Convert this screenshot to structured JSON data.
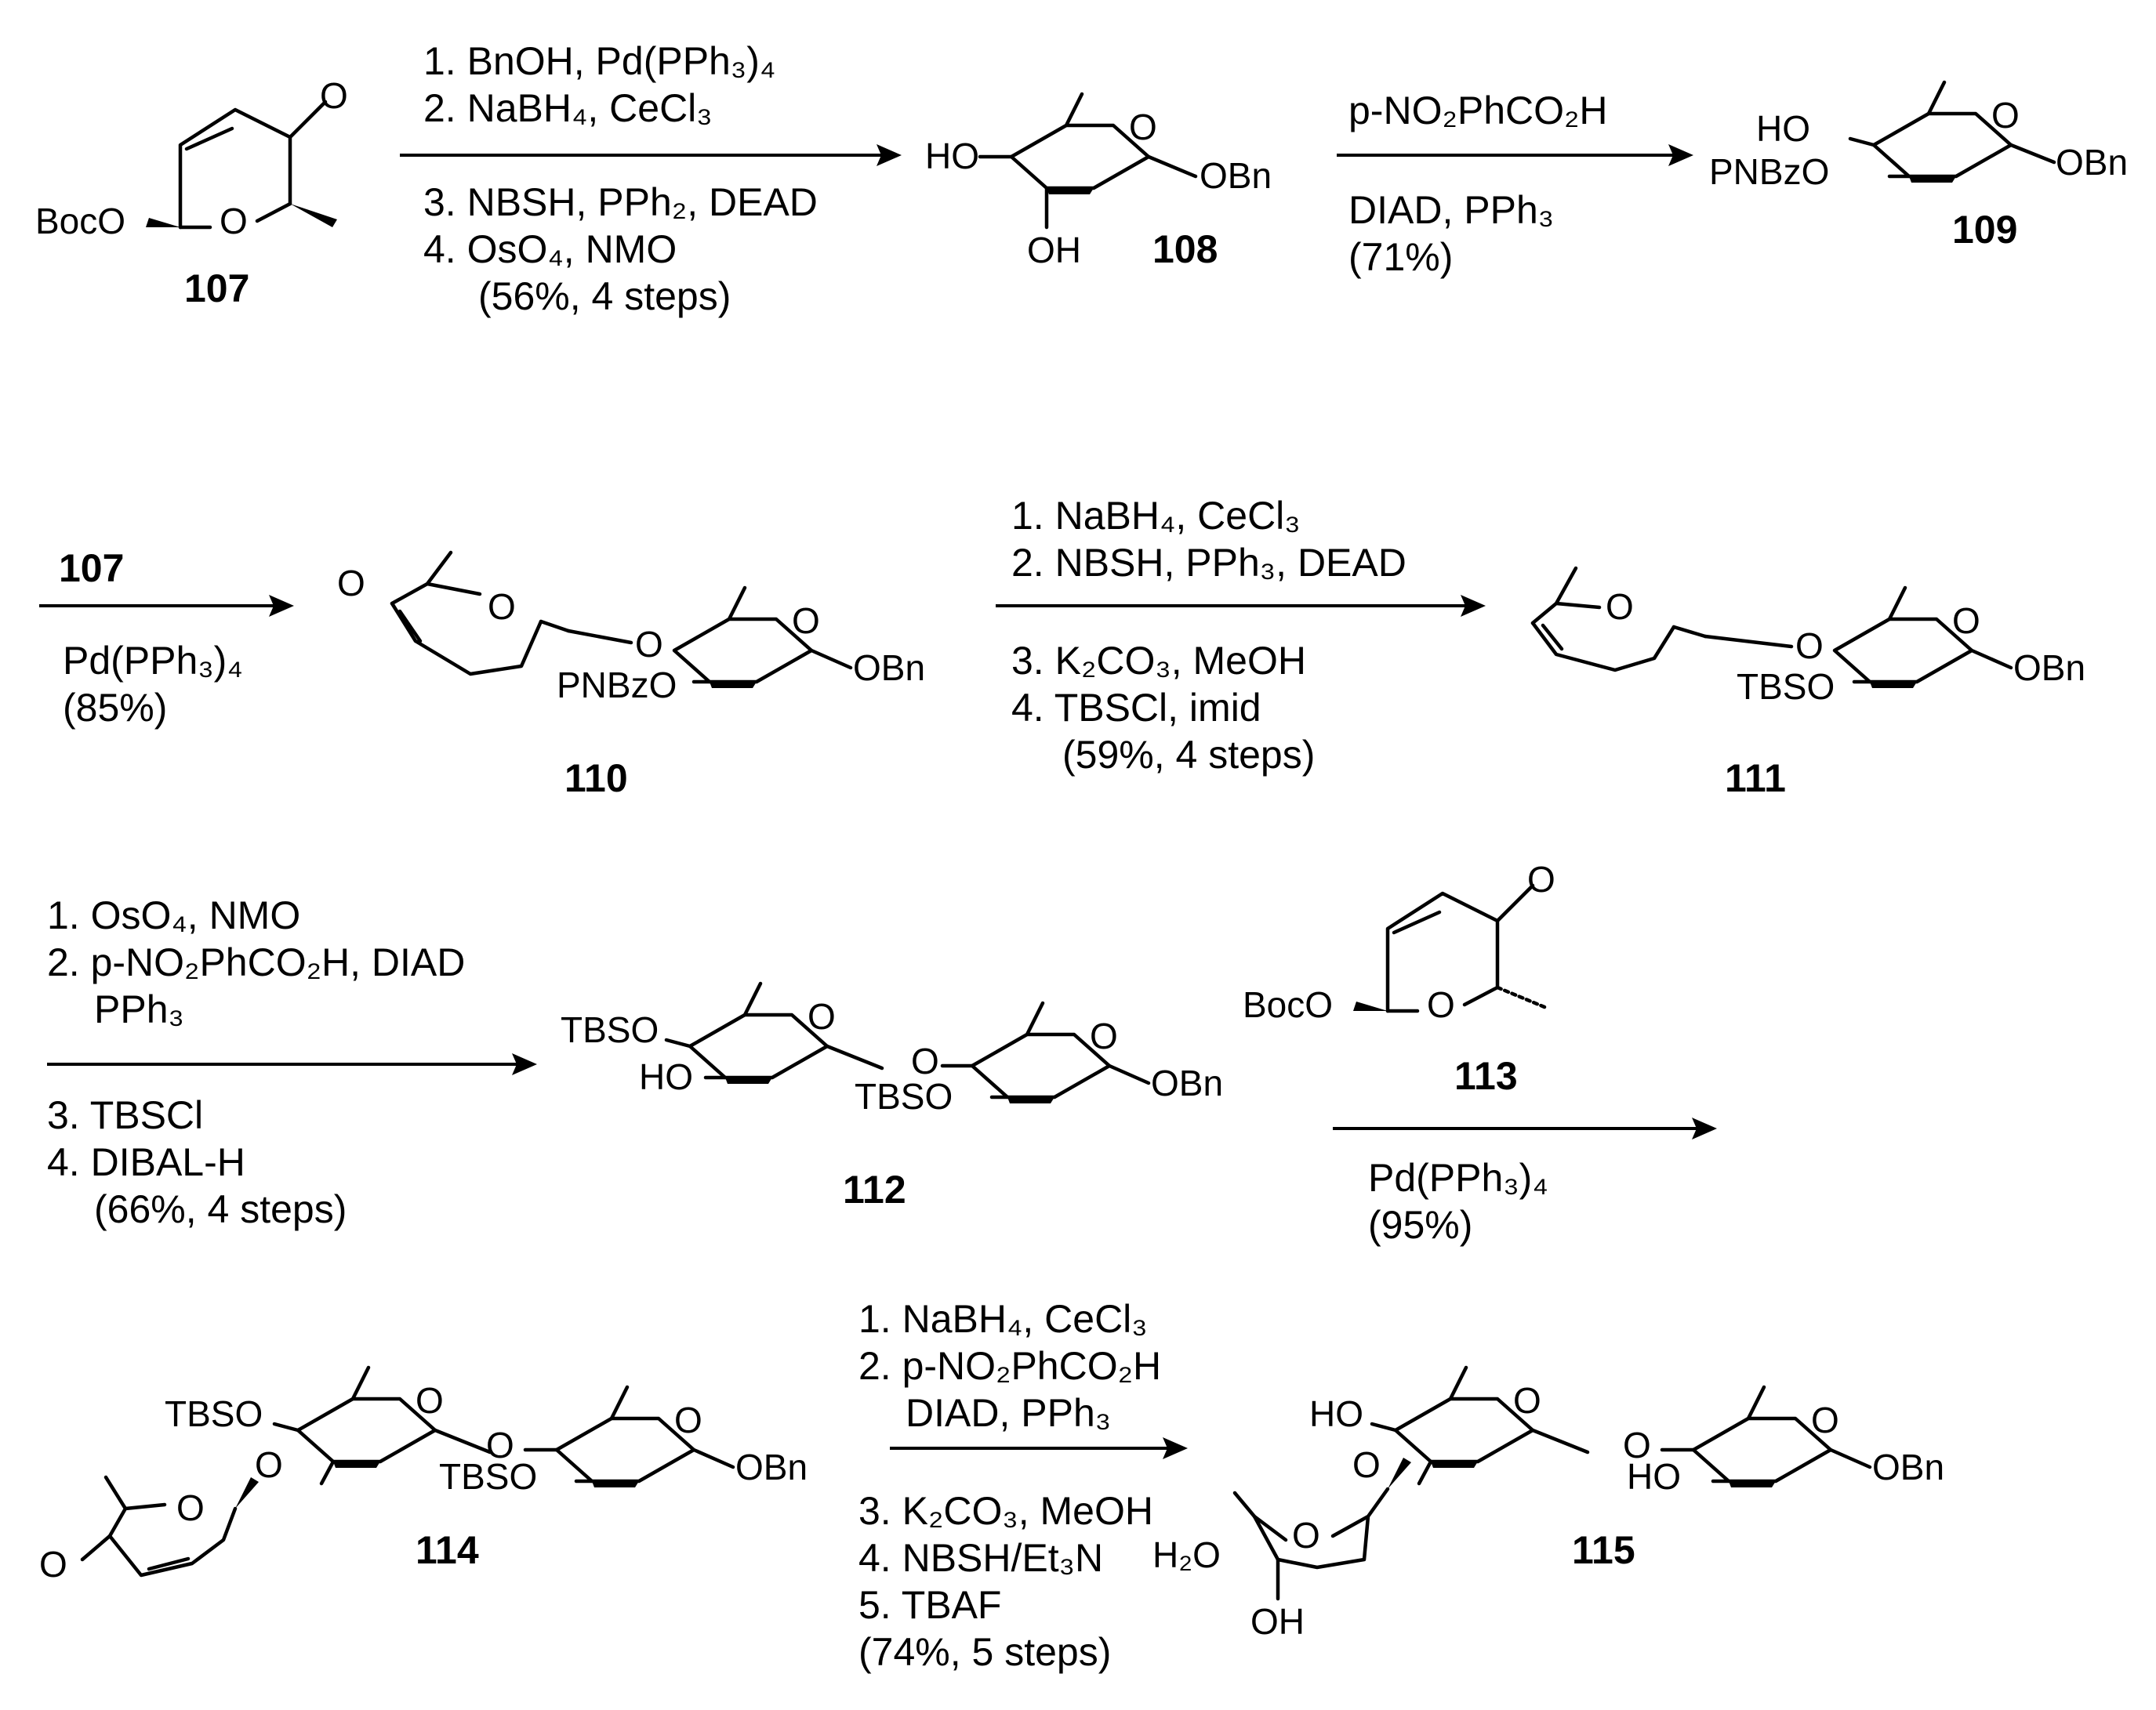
{
  "compounds": {
    "c107": "107",
    "c108": "108",
    "c109": "109",
    "c110": "110",
    "c111": "111",
    "c112": "112",
    "c113": "113",
    "c114": "114",
    "c115": "115"
  },
  "reagents": {
    "step1": {
      "above": [
        "1. BnOH, Pd(PPh₃)₄",
        "2. NaBH₄, CeCl₃"
      ],
      "below": [
        "3. NBSH, PPh₂, DEAD",
        "4. OsO₄, NMO",
        "(56%, 4 steps)"
      ]
    },
    "step2": {
      "above": [
        "p-NO₂PhCO₂H"
      ],
      "below": [
        "DIAD, PPh₃",
        "(71%)"
      ]
    },
    "step3": {
      "above": [
        "107"
      ],
      "below": [
        "Pd(PPh₃)₄",
        "(85%)"
      ]
    },
    "step4": {
      "above": [
        "1. NaBH₄, CeCl₃",
        "2. NBSH, PPh₃, DEAD"
      ],
      "below": [
        "3. K₂CO₃, MeOH",
        "4. TBSCl, imid",
        "(59%, 4 steps)"
      ]
    },
    "step5": {
      "above": [
        "1. OsO₄, NMO",
        "2. p-NO₂PhCO₂H, DIAD",
        "PPh₃"
      ],
      "below": [
        "3. TBSCl",
        "4. DIBAL-H",
        "(66%, 4 steps)"
      ]
    },
    "step6": {
      "above": [],
      "below": [
        "Pd(PPh₃)₄",
        "(95%)"
      ]
    },
    "step7": {
      "above": [
        "1. NaBH₄, CeCl₃",
        "2. p-NO₂PhCO₂H",
        "DIAD, PPh₃"
      ],
      "below": [
        "3. K₂CO₃, MeOH",
        "4. NBSH/Et₃N",
        "5. TBAF",
        "(74%, 5 steps)"
      ]
    }
  },
  "atoms": {
    "O": "O",
    "BocO": "BocO",
    "HO": "HO",
    "OH": "OH",
    "OBn": "OBn",
    "PNBzO": "PNBzO",
    "TBSO": "TBSO",
    "H2O": "H₂O"
  }
}
